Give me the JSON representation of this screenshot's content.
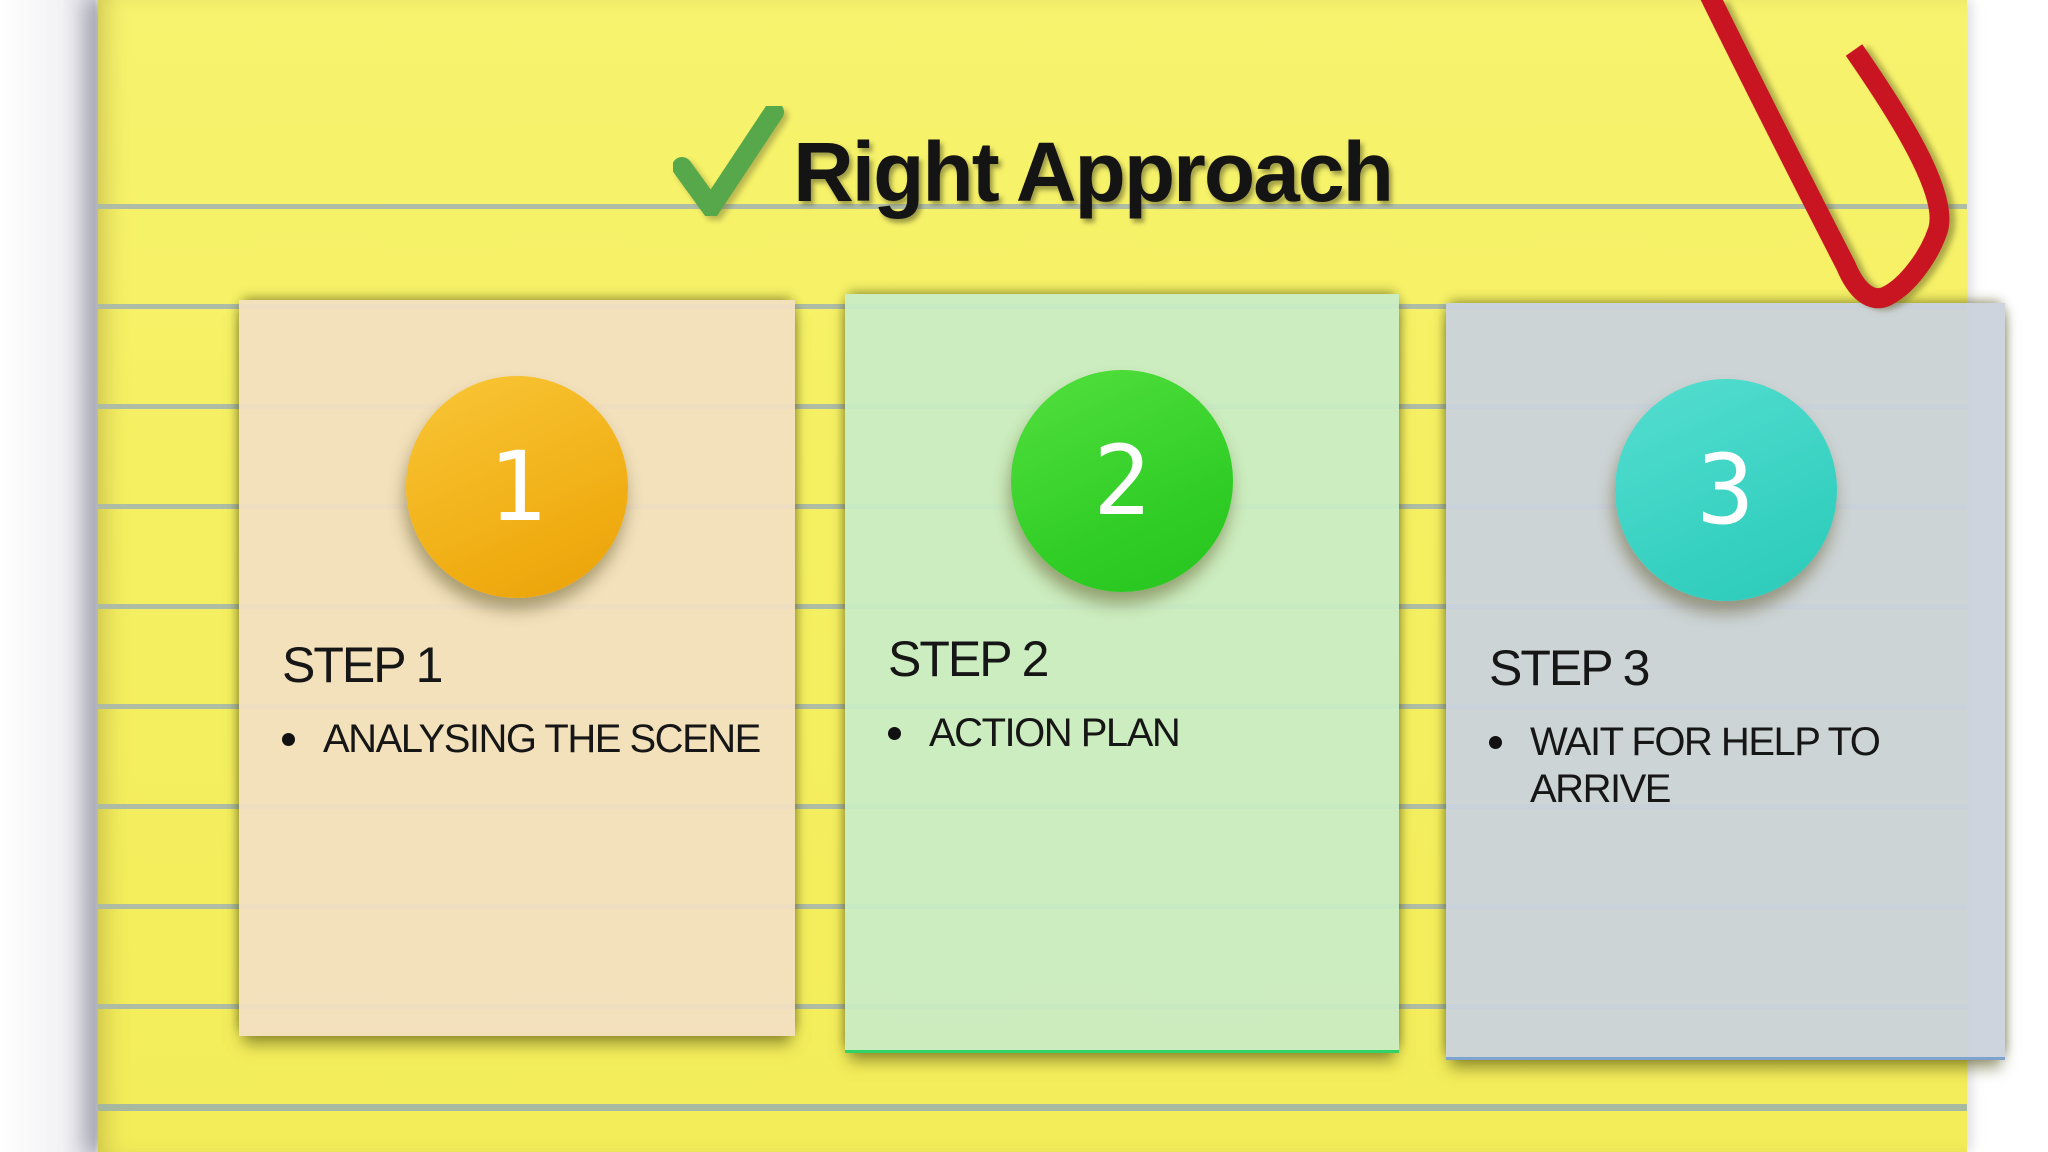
{
  "slide": {
    "title": "Right Approach",
    "checkmark_icon": "green-check",
    "paperclip_icon": "red-paperclip"
  },
  "steps": [
    {
      "number": "1",
      "label": "STEP 1",
      "bullets": [
        "ANALYSING THE SCENE"
      ],
      "card_color": "#f2dfc1",
      "circle_color": "#f0ad12"
    },
    {
      "number": "2",
      "label": "STEP 2",
      "bullets": [
        "ACTION PLAN"
      ],
      "card_color": "#c9ecc4",
      "circle_color": "#2ecc24"
    },
    {
      "number": "3",
      "label": "STEP 3",
      "bullets": [
        "WAIT FOR HELP TO ARRIVE"
      ],
      "card_color": "#cad2dc",
      "circle_color": "#35d0c0"
    }
  ],
  "colors": {
    "page_yellow": "#f5f062",
    "ruled_line": "#a7b7ad",
    "checkmark_green": "#57a84a",
    "paperclip_red": "#c91522",
    "title_text": "#141414",
    "body_text": "#161616",
    "gutter_white": "#ffffff"
  }
}
